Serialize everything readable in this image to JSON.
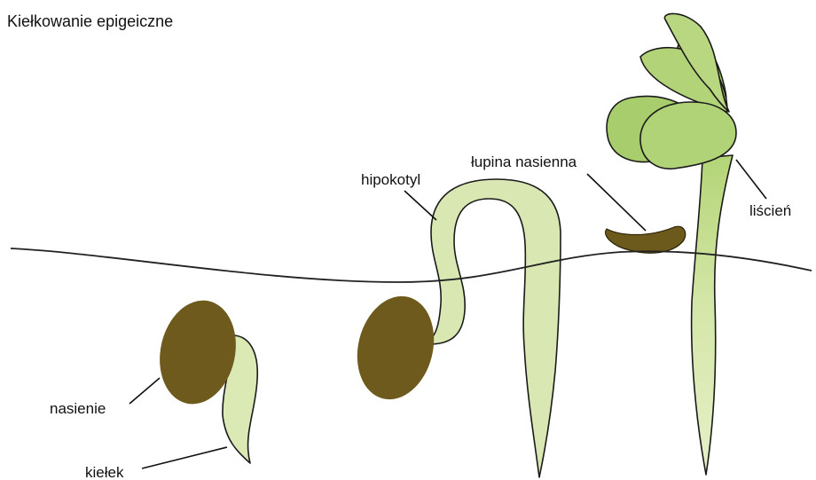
{
  "title": "Kiełkowanie epigeiczne",
  "labels": {
    "seed": "nasienie",
    "sprout": "kiełek",
    "hypocotyl": "hipokotyl",
    "seed_coat": "łupina nasienna",
    "cotyledon": "liścień"
  },
  "colors": {
    "seed": "#6f5a1d",
    "seed_coat": "#6b5a1c",
    "stem_pale": "#dbe9b4",
    "stem_green": "#b7d57a",
    "leaf": "#a9ce6a",
    "cotyledon": "#aed073",
    "outline": "#1a1a1a",
    "background": "#ffffff"
  }
}
